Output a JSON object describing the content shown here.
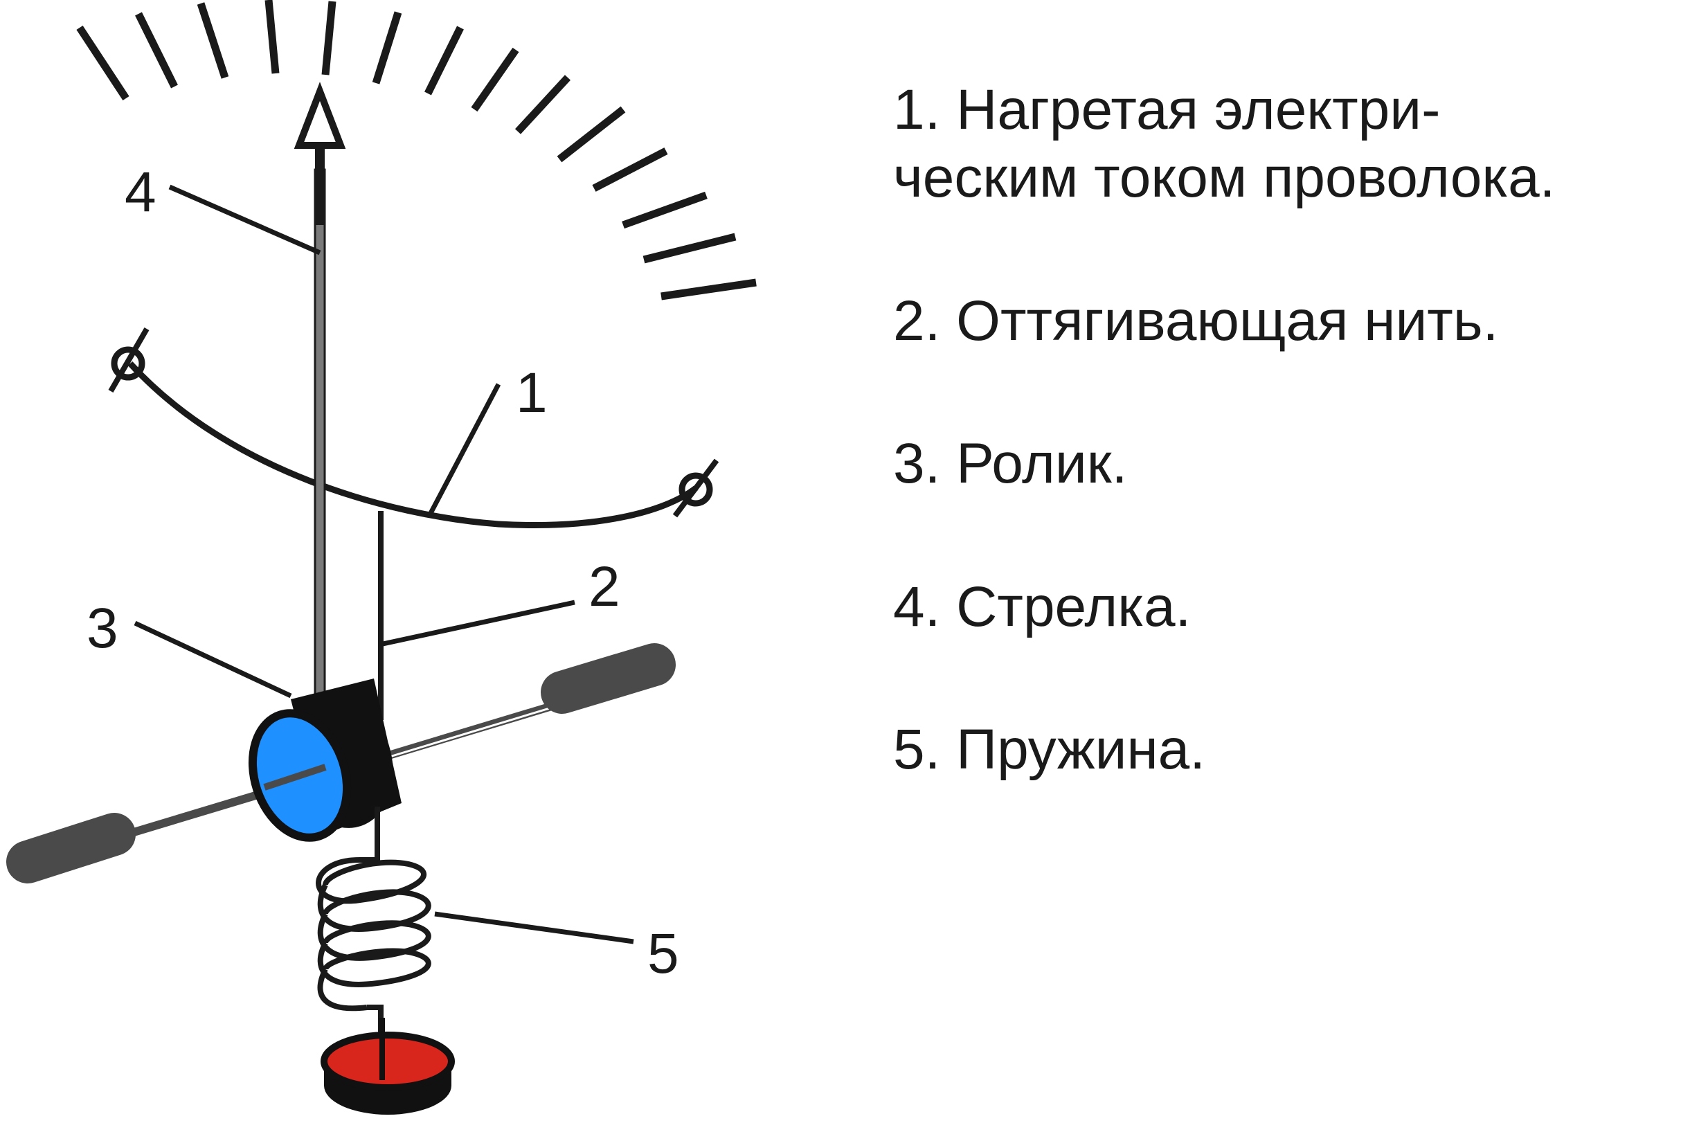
{
  "callouts": {
    "wire": "1",
    "thread": "2",
    "roller": "3",
    "pointer": "4",
    "spring": "5"
  },
  "legend": [
    {
      "lines": [
        "1. Нагретая электри-",
        "ческим током проволока."
      ]
    },
    {
      "lines": [
        "2. Оттягивающая нить."
      ]
    },
    {
      "lines": [
        "3. Ролик."
      ]
    },
    {
      "lines": [
        "4. Стрелка."
      ]
    },
    {
      "lines": [
        "5. Пружина."
      ]
    }
  ],
  "colors": {
    "ink": "#1a1a1a",
    "roller_face": "#1e90ff",
    "base_disc": "#d9261c",
    "axle_handle": "#4a4a4a",
    "pointer_shaft": "#7a7a7a"
  },
  "icons": {
    "terminal": "terminal-icon",
    "pointer_tip": "arrow-up-icon"
  }
}
